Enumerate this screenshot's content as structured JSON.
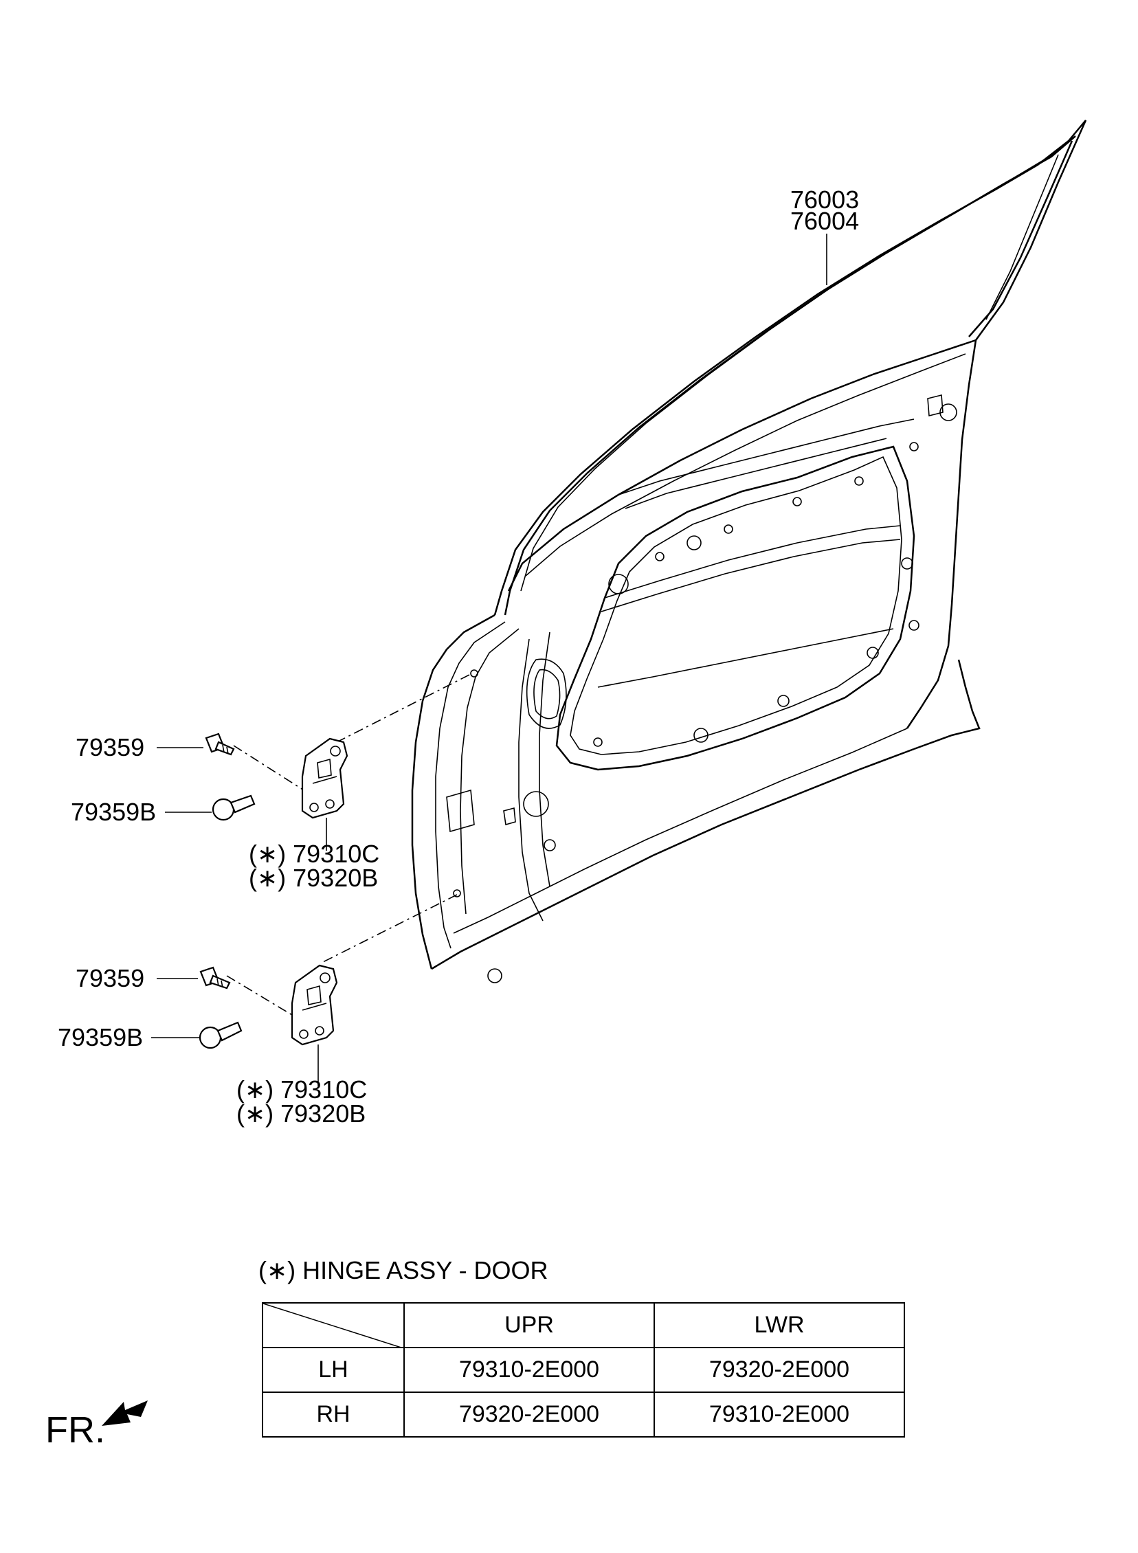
{
  "callouts": {
    "door_panel_1": "76003",
    "door_panel_2": "76004",
    "upper_bolt": "79359",
    "upper_bolt_b": "79359B",
    "upper_hinge_1": "(∗) 79310C",
    "upper_hinge_2": "(∗) 79320B",
    "lower_bolt": "79359",
    "lower_bolt_b": "79359B",
    "lower_hinge_1": "(∗) 79310C",
    "lower_hinge_2": "(∗) 79320B"
  },
  "table": {
    "title": "(∗) HINGE ASSY - DOOR",
    "headers": [
      "",
      "UPR",
      "LWR"
    ],
    "rows": [
      {
        "side": "LH",
        "upr": "79310-2E000",
        "lwr": "79320-2E000"
      },
      {
        "side": "RH",
        "upr": "79320-2E000",
        "lwr": "79310-2E000"
      }
    ]
  },
  "direction_label": "FR."
}
